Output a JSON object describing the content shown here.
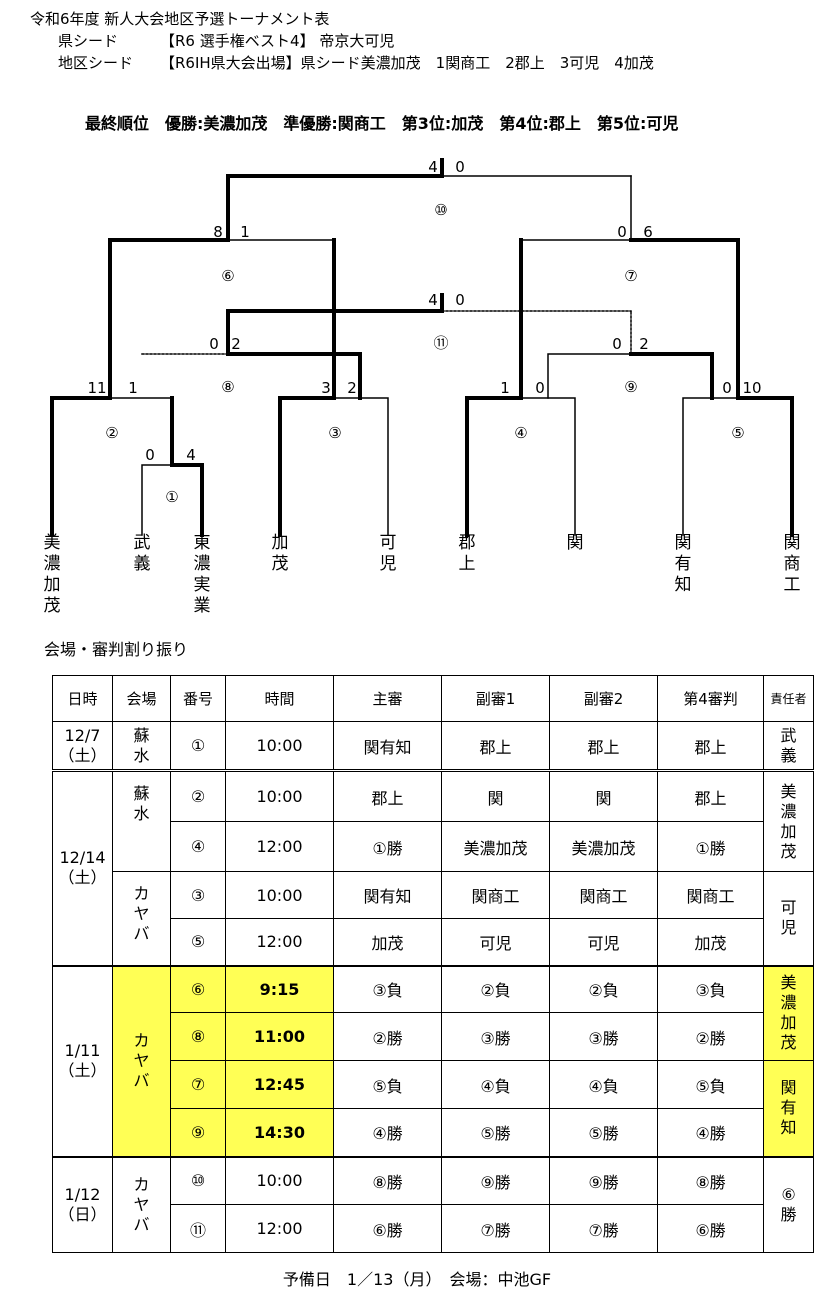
{
  "header": {
    "title": "令和6年度 新人大会地区予選トーナメント表",
    "pref_seed_label": "県シード",
    "pref_seed_value": "【R6 選手権ベスト4】 帝京大可児",
    "district_seed_label": "地区シード",
    "district_seed_value": "【R6IH県大会出場】県シード美濃加茂　1関商工　2郡上　3可児　4加茂"
  },
  "final_ranking": "最終順位　優勝:美濃加茂　準優勝:関商工　第3位:加茂　第4位:郡上　第5位:可児",
  "bracket": {
    "teams": [
      "美濃加茂",
      "武義",
      "東濃実業",
      "加茂",
      "可児",
      "郡上",
      "関",
      "関有知",
      "関商工"
    ],
    "match_numbers": [
      "①",
      "②",
      "③",
      "④",
      "⑤",
      "⑥",
      "⑦",
      "⑧",
      "⑨",
      "⑩",
      "⑪"
    ],
    "scores": {
      "m1_left": "0",
      "m1_right": "4",
      "m2_left": "11",
      "m2_right": "1",
      "m3_left": "3",
      "m3_right": "2",
      "m4_left": "1",
      "m4_right": "0",
      "m5_left": "0",
      "m5_right": "10",
      "m6_left": "8",
      "m6_right": "1",
      "m7_left": "0",
      "m7_right": "6",
      "m8_left": "0",
      "m8_right": "2",
      "m9_left": "0",
      "m9_right": "2",
      "m10_left": "4",
      "m10_right": "0",
      "m11_left": "4",
      "m11_right": "0"
    }
  },
  "schedule_title": "会場・審判割り振り",
  "schedule": {
    "headers": [
      "日時",
      "会場",
      "番号",
      "時間",
      "主審",
      "副審1",
      "副審2",
      "第4審判",
      "責任者"
    ],
    "d1_date": [
      "12/7",
      "（土）"
    ],
    "d1_venue": [
      "蘇",
      "水"
    ],
    "d1_resp": [
      "武",
      "義"
    ],
    "d2_date": [
      "12/14",
      "（土）"
    ],
    "d2_venue_a": [
      "蘇",
      "水"
    ],
    "d2_venue_b": [
      "カ",
      "ヤ",
      "バ"
    ],
    "d2_resp_a": [
      "美",
      "濃",
      "加",
      "茂"
    ],
    "d2_resp_b": [
      "可",
      "児"
    ],
    "d3_date": [
      "1/11",
      "（土）"
    ],
    "d3_venue": [
      "カ",
      "ヤ",
      "バ"
    ],
    "d3_resp_a": [
      "美",
      "濃",
      "加",
      "茂"
    ],
    "d3_resp_b": [
      "関",
      "有",
      "知"
    ],
    "d4_date": [
      "1/12",
      "（日）"
    ],
    "d4_venue": [
      "カ",
      "ヤ",
      "バ"
    ],
    "d4_resp": [
      "⑥",
      "勝"
    ],
    "rows": [
      [
        "①",
        "10:00",
        "関有知",
        "郡上",
        "郡上",
        "郡上"
      ],
      [
        "②",
        "10:00",
        "郡上",
        "関",
        "関",
        "郡上"
      ],
      [
        "④",
        "12:00",
        "①勝",
        "美濃加茂",
        "美濃加茂",
        "①勝"
      ],
      [
        "③",
        "10:00",
        "関有知",
        "関商工",
        "関商工",
        "関商工"
      ],
      [
        "⑤",
        "12:00",
        "加茂",
        "可児",
        "可児",
        "加茂"
      ],
      [
        "⑥",
        "9:15",
        "③負",
        "②負",
        "②負",
        "③負"
      ],
      [
        "⑧",
        "11:00",
        "②勝",
        "③勝",
        "③勝",
        "②勝"
      ],
      [
        "⑦",
        "12:45",
        "⑤負",
        "④負",
        "④負",
        "⑤負"
      ],
      [
        "⑨",
        "14:30",
        "④勝",
        "⑤勝",
        "⑤勝",
        "④勝"
      ],
      [
        "⑩",
        "10:00",
        "⑧勝",
        "⑨勝",
        "⑨勝",
        "⑧勝"
      ],
      [
        "⑪",
        "12:00",
        "⑥勝",
        "⑦勝",
        "⑦勝",
        "⑥勝"
      ]
    ]
  },
  "footer": "予備日　1／13（月）　会場：中池GF",
  "colors": {
    "highlight": "#ffff55"
  }
}
